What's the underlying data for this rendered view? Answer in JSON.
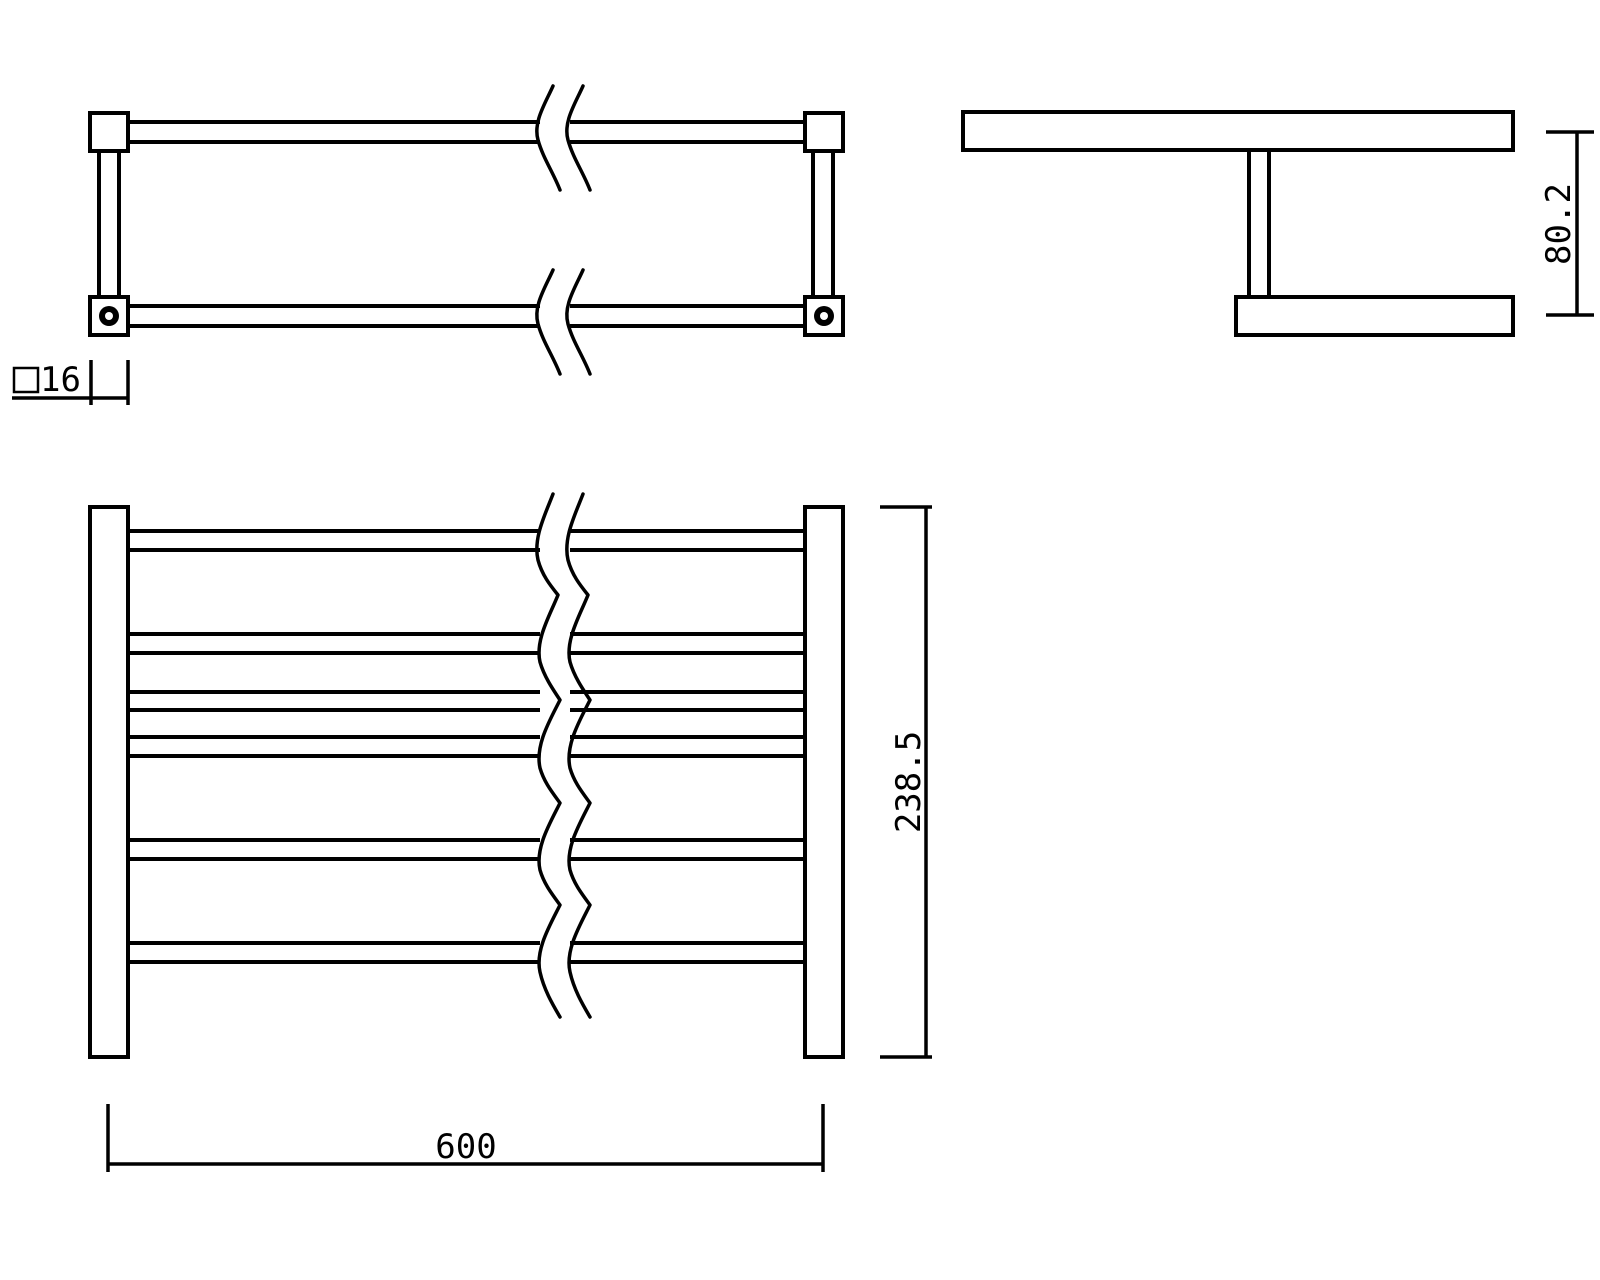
{
  "drawing": {
    "dimensions": {
      "section_label": "16",
      "depth_label": "80.2",
      "height_label": "238.5",
      "width_label": "600"
    },
    "line_color": "#000000",
    "background": "#ffffff"
  }
}
